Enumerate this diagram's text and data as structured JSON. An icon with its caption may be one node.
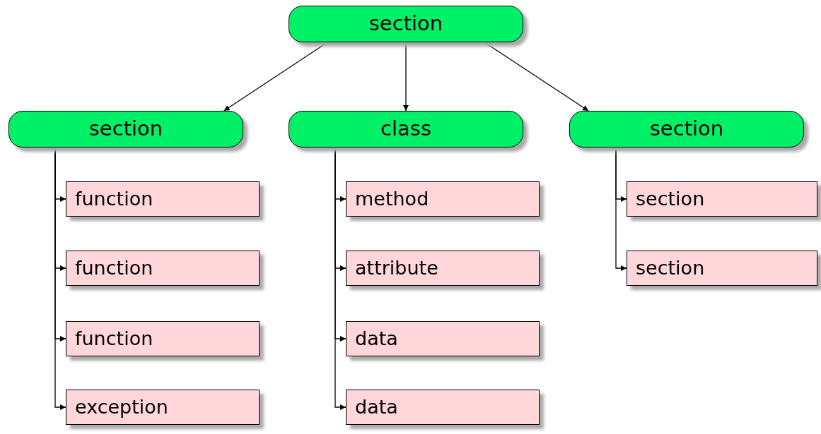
{
  "diagram": {
    "nodes": [
      {
        "text": [
          "section"
        ]
      },
      {
        "text": [
          "section"
        ]
      },
      {
        "text": [
          "class"
        ]
      },
      {
        "text": [
          "section"
        ]
      },
      {
        "text": [
          "function"
        ]
      },
      {
        "text": [
          "function"
        ]
      },
      {
        "text": [
          "function"
        ]
      },
      {
        "text": [
          "exception"
        ]
      },
      {
        "text": [
          "method"
        ]
      },
      {
        "text": [
          "attribute"
        ]
      },
      {
        "text": [
          "data"
        ]
      },
      {
        "text": [
          "data"
        ]
      },
      {
        "text": [
          "section"
        ]
      },
      {
        "text": [
          "section"
        ]
      }
    ],
    "edges": [
      {
        "from": 0,
        "to": 1,
        "arrow": "to"
      },
      {
        "from": 0,
        "to": 2,
        "arrow": "to"
      },
      {
        "from": 0,
        "to": 3,
        "arrow": "to"
      },
      {
        "from": 1,
        "to": 4,
        "arrow": "to"
      },
      {
        "from": 1,
        "to": 5,
        "arrow": "to"
      },
      {
        "from": 1,
        "to": 6,
        "arrow": "to"
      },
      {
        "from": 1,
        "to": 7,
        "arrow": "to"
      },
      {
        "from": 2,
        "to": 8,
        "arrow": "to"
      },
      {
        "from": 2,
        "to": 9,
        "arrow": "to"
      },
      {
        "from": 2,
        "to": 10,
        "arrow": "to"
      },
      {
        "from": 2,
        "to": 11,
        "arrow": "to"
      },
      {
        "from": 3,
        "to": 12,
        "arrow": "to"
      },
      {
        "from": 3,
        "to": 13,
        "arrow": "to"
      }
    ]
  }
}
